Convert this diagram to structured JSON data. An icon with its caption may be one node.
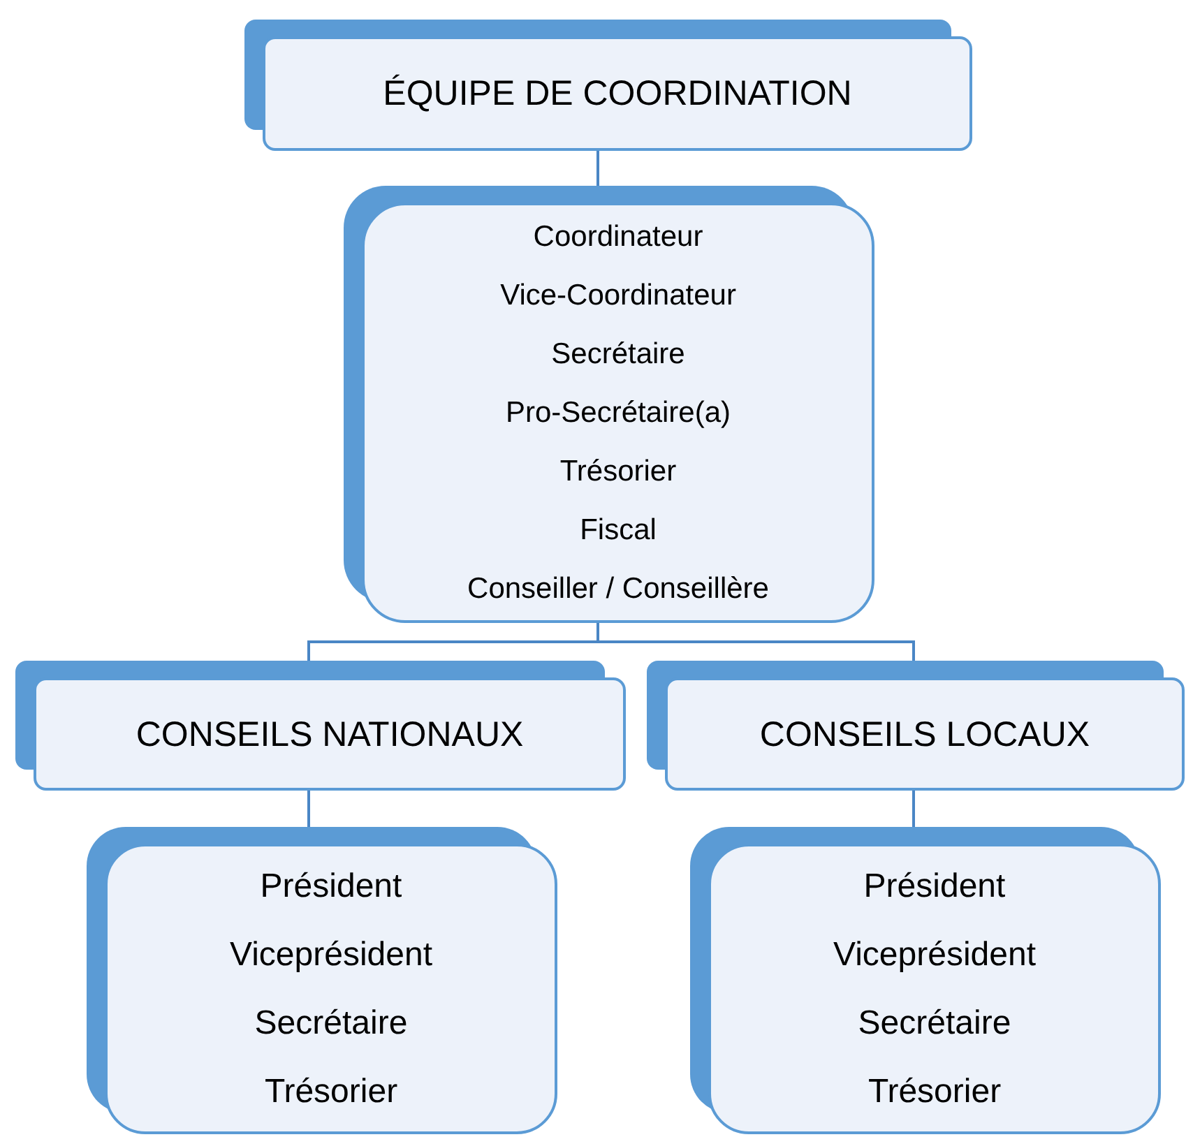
{
  "diagram": {
    "nodes": [
      {
        "text": [
          "ÉQUIPE DE COORDINATION"
        ]
      },
      {
        "text": [
          "Coordinateur",
          "Vice-Coordinateur",
          "Secrétaire",
          "Pro-Secrétaire(a)",
          "Trésorier",
          "Fiscal",
          "Conseiller / Conseillère"
        ]
      },
      {
        "text": [
          "CONSEILS NATIONAUX"
        ]
      },
      {
        "text": [
          "CONSEILS LOCAUX"
        ]
      },
      {
        "text": [
          "Président",
          "Viceprésident",
          "Secrétaire",
          "Trésorier"
        ]
      },
      {
        "text": [
          "Président",
          "Viceprésident",
          "Secrétaire",
          "Trésorier"
        ]
      }
    ],
    "edges": [
      {
        "from": 0,
        "to": 1,
        "arrow": "none"
      },
      {
        "from": 1,
        "to": 2,
        "arrow": "none"
      },
      {
        "from": 1,
        "to": 3,
        "arrow": "none"
      },
      {
        "from": 2,
        "to": 4,
        "arrow": "none"
      },
      {
        "from": 3,
        "to": 5,
        "arrow": "none"
      }
    ]
  }
}
